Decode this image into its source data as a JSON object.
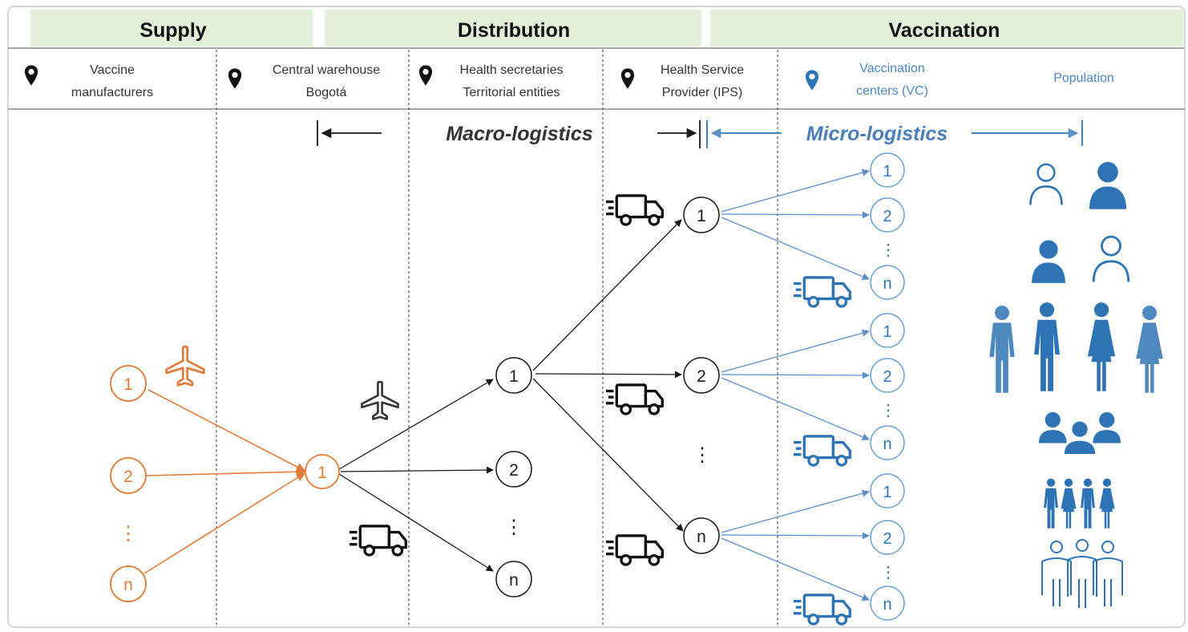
{
  "colors": {
    "header_bg": "#e2efd9",
    "black": "#1a1a1a",
    "orange": "#e07b39",
    "blue": "#2e74b5",
    "blue_light": "#6a9fd2",
    "divider": "#555555"
  },
  "phases": [
    {
      "label": "Supply"
    },
    {
      "label": "Distribution"
    },
    {
      "label": "Vaccination"
    }
  ],
  "stages": [
    {
      "line1": "Vaccine",
      "line2": "manufacturers",
      "icon": "location-pin-icon"
    },
    {
      "line1": "Central warehouse",
      "line2": "Bogotá",
      "icon": "location-pin-icon"
    },
    {
      "line1": "Health secretaries",
      "line2": "Territorial entities",
      "icon": "location-pin-icon"
    },
    {
      "line1": "Health Service",
      "line2": "Provider (IPS)",
      "icon": "location-pin-icon"
    },
    {
      "line1": "Vaccination",
      "line2": "centers (VC)",
      "icon": "location-pin-icon"
    },
    {
      "line1": "Population",
      "line2": "",
      "icon": ""
    }
  ],
  "logistics": {
    "macro": "Macro-logistics",
    "micro": "Micro-logistics"
  },
  "node_labels": {
    "one": "1",
    "two": "2",
    "n": "n",
    "ellipsis": "⋮"
  },
  "icons": [
    "airplane-icon",
    "truck-icon",
    "person-icon",
    "family-icon",
    "group-icon"
  ]
}
